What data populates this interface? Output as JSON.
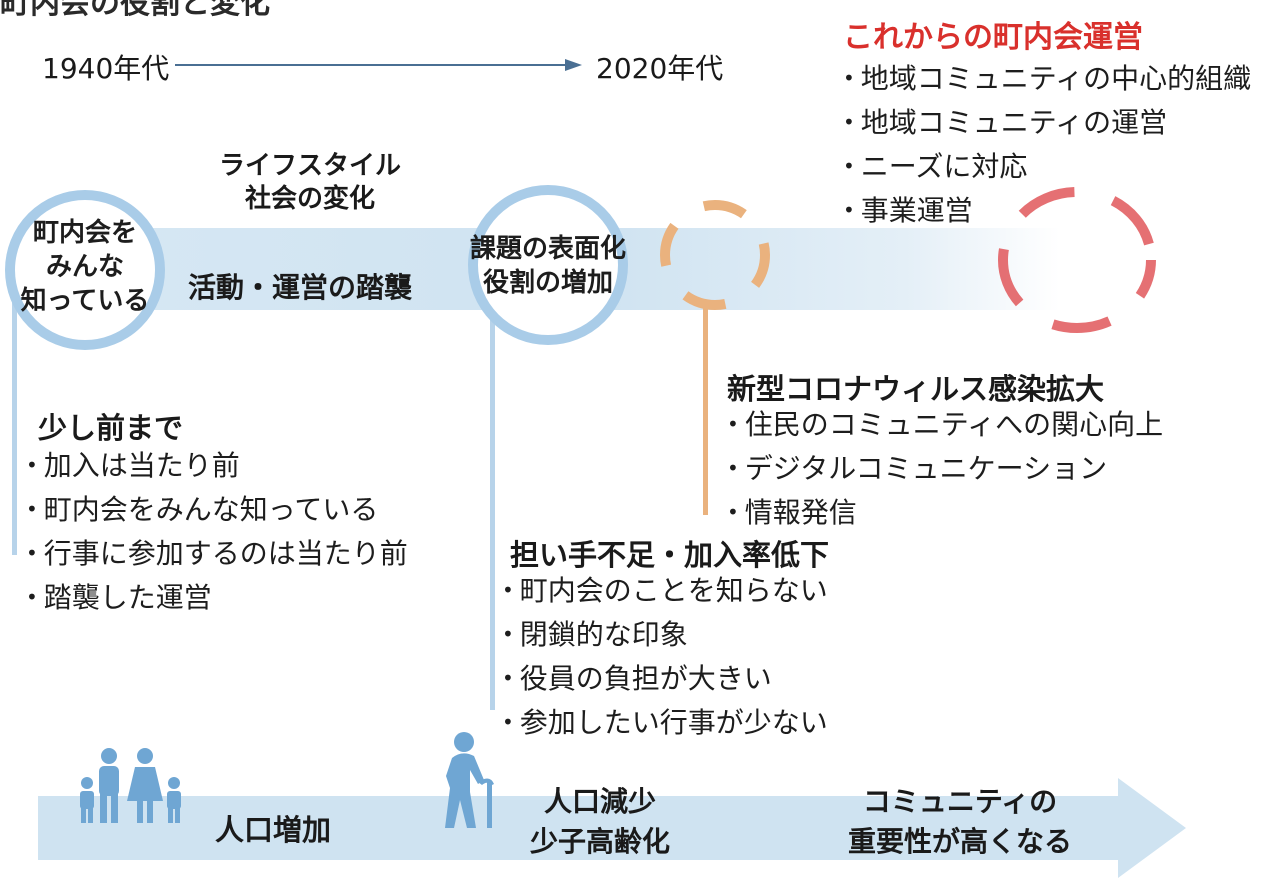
{
  "header": {
    "partial_title": "町内会の役割と変化",
    "start_era": "1940年代",
    "end_era": "2020年代"
  },
  "future": {
    "heading": "これからの町内会運営",
    "items": [
      "地域コミュニティの中心的組織",
      "地域コミュニティの運営",
      "ニーズに対応",
      "事業運営"
    ]
  },
  "timeline": {
    "lifestyle_label": [
      "ライフスタイル",
      "社会の変化"
    ],
    "circle1": [
      "町内会を",
      "みんな",
      "知っている"
    ],
    "custom_label": "活動・運営の踏襲",
    "circle2": [
      "課題の表面化",
      "役割の増加"
    ]
  },
  "past": {
    "heading": "少し前まで",
    "items": [
      "加入は当たり前",
      "町内会をみんな知っている",
      "行事に参加するのは当たり前",
      "踏襲した運営"
    ]
  },
  "shortage": {
    "heading": "担い手不足・加入率低下",
    "items": [
      "町内会のことを知らない",
      "閉鎖的な印象",
      "役員の負担が大きい",
      "参加したい行事が少ない"
    ]
  },
  "covid": {
    "heading": "新型コロナウィルス感染拡大",
    "items": [
      "住民のコミュニティへの関心向上",
      "デジタルコミュニケーション",
      "情報発信"
    ]
  },
  "population": {
    "increase": "人口増加",
    "decrease": [
      "人口減少",
      "少子高齢化"
    ],
    "importance": [
      "コミュニティの",
      "重要性が高くなる"
    ]
  },
  "colors": {
    "accent_red": "#d9302c",
    "band_blue": "#cfe3f1",
    "circle_blue": "#a9cce8",
    "orange": "#eab27e",
    "pink_red": "#e0575a"
  },
  "icons": [
    "family-icon",
    "elderly-person-icon"
  ]
}
